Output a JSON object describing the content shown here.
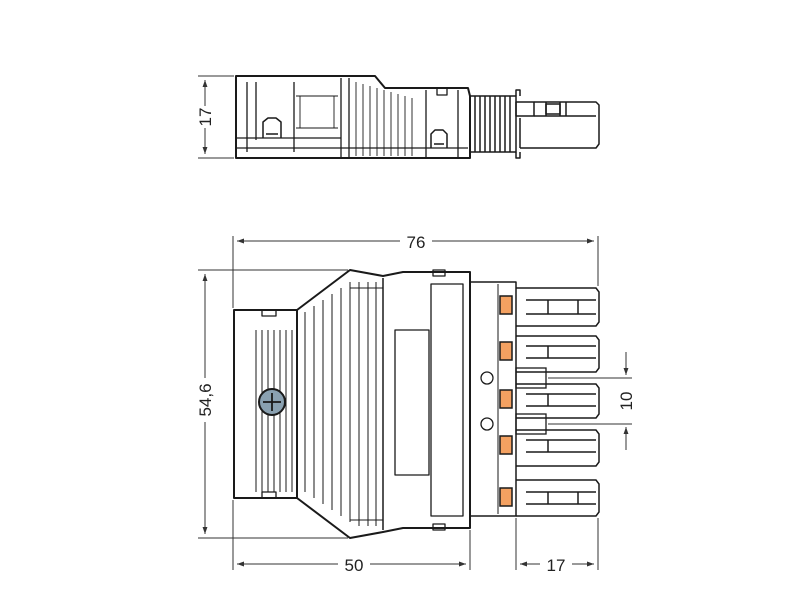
{
  "dimensions": {
    "side_height": "17",
    "overall_width": "76",
    "overall_height": "54,6",
    "body_width": "50",
    "pin_length": "17",
    "pin_pitch": "10"
  },
  "colors": {
    "line": "#1a1a1a",
    "dimension_line": "#333333",
    "contact_orange": "#f4a161",
    "screw_fill": "#8aa1b1"
  }
}
